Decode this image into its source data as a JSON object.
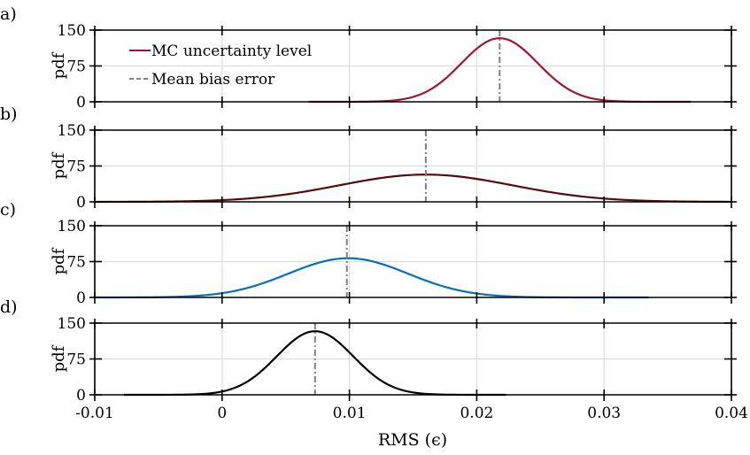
{
  "figure": {
    "xlabel": "RMS (ϵ)",
    "xticks": [
      "-0.01",
      "0",
      "0.01",
      "0.02",
      "0.03",
      "0.04"
    ],
    "xtick_values": [
      -0.01,
      0,
      0.01,
      0.02,
      0.03,
      0.04
    ],
    "ylabel": "pdf",
    "yticks": [
      "0",
      "75",
      "150"
    ],
    "legend": {
      "items": [
        {
          "label": "MC uncertainty level",
          "style": "solid",
          "color": "#a2142f"
        },
        {
          "label": "Mean bias error",
          "style": "dashdot",
          "color": "#808080"
        }
      ]
    },
    "panels": [
      {
        "label": "a)",
        "color": "#a2142f"
      },
      {
        "label": "b)",
        "color": "#5a0a0a"
      },
      {
        "label": "c)",
        "color": "#0072bd"
      },
      {
        "label": "d)",
        "color": "#000000"
      }
    ]
  },
  "chart_data": [
    {
      "type": "line",
      "panel": "a)",
      "title": "",
      "xlabel": "RMS (ϵ)",
      "ylabel": "pdf",
      "xlim": [
        -0.01,
        0.04
      ],
      "ylim": [
        0,
        150
      ],
      "yticks": [
        0,
        75,
        150
      ],
      "grid": true,
      "legend_position": "upper left",
      "series": [
        {
          "name": "MC uncertainty level",
          "kind": "gaussian_pdf",
          "mean": 0.0218,
          "std": 0.003,
          "peak": 133,
          "x_range": [
            0.0068,
            0.0368
          ],
          "color": "#a2142f"
        },
        {
          "name": "Mean bias error",
          "kind": "vertical_line",
          "x": 0.0218,
          "color": "#808080"
        }
      ]
    },
    {
      "type": "line",
      "panel": "b)",
      "xlim": [
        -0.01,
        0.04
      ],
      "ylim": [
        0,
        150
      ],
      "yticks": [
        0,
        75,
        150
      ],
      "grid": true,
      "series": [
        {
          "name": "MC uncertainty level",
          "kind": "gaussian_pdf",
          "mean": 0.016,
          "std": 0.0068,
          "peak": 57,
          "x_range": [
            -0.01,
            0.04
          ],
          "color": "#5a0a0a"
        },
        {
          "name": "Mean bias error",
          "kind": "vertical_line",
          "x": 0.016,
          "color": "#808080"
        }
      ]
    },
    {
      "type": "line",
      "panel": "c)",
      "xlim": [
        -0.01,
        0.04
      ],
      "ylim": [
        0,
        150
      ],
      "yticks": [
        0,
        75,
        150
      ],
      "grid": true,
      "series": [
        {
          "name": "MC uncertainty level",
          "kind": "gaussian_pdf",
          "mean": 0.0099,
          "std": 0.0047,
          "peak": 82,
          "x_range": [
            -0.01,
            0.0335
          ],
          "color": "#0072bd"
        },
        {
          "name": "Mean bias error",
          "kind": "vertical_line",
          "x": 0.0098,
          "color": "#808080"
        }
      ]
    },
    {
      "type": "line",
      "panel": "d)",
      "xlim": [
        -0.01,
        0.04
      ],
      "ylim": [
        0,
        150
      ],
      "yticks": [
        0,
        75,
        150
      ],
      "grid": true,
      "series": [
        {
          "name": "MC uncertainty level",
          "kind": "gaussian_pdf",
          "mean": 0.0073,
          "std": 0.003,
          "peak": 133,
          "x_range": [
            -0.0077,
            0.0223
          ],
          "color": "#000000"
        },
        {
          "name": "Mean bias error",
          "kind": "vertical_line",
          "x": 0.0073,
          "color": "#808080"
        }
      ]
    }
  ]
}
